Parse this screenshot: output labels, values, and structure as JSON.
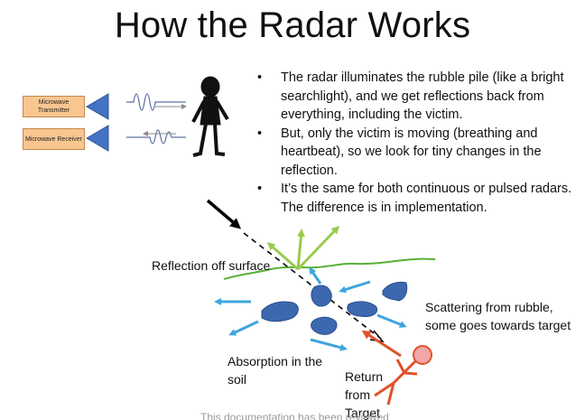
{
  "slide": {
    "title": "How the Radar Works",
    "bullets": [
      "The radar illuminates the rubble pile (like a bright searchlight), and we get reflections back from everything, including the victim.",
      "But, only the victim is moving (breathing and heartbeat), so we look for tiny changes in the reflection.",
      "It’s the same for both continuous or pulsed radars. The difference is in implementation."
    ]
  },
  "diagram": {
    "transmitter_label": "Microwave Transmitter",
    "receiver_label": "Microwave Receiver",
    "reflection_label": "Reflection off surface",
    "scattering_label": "Scattering from rubble, some goes towards target",
    "absorption_label": "Absorption in the soil",
    "return_label": "Return from Target"
  },
  "footer": {
    "text": "This documentation has been reviewed"
  },
  "colors": {
    "box_fill": "#f9c690",
    "triangle_blue": "#4472c4",
    "rubble_blue": "#3c68b0",
    "arrow_cyan": "#3ea6de",
    "arrow_green": "#9acb4d",
    "ground_green": "#59b035",
    "target_red": "#e0522a",
    "target_head": "#f2a6a6"
  }
}
